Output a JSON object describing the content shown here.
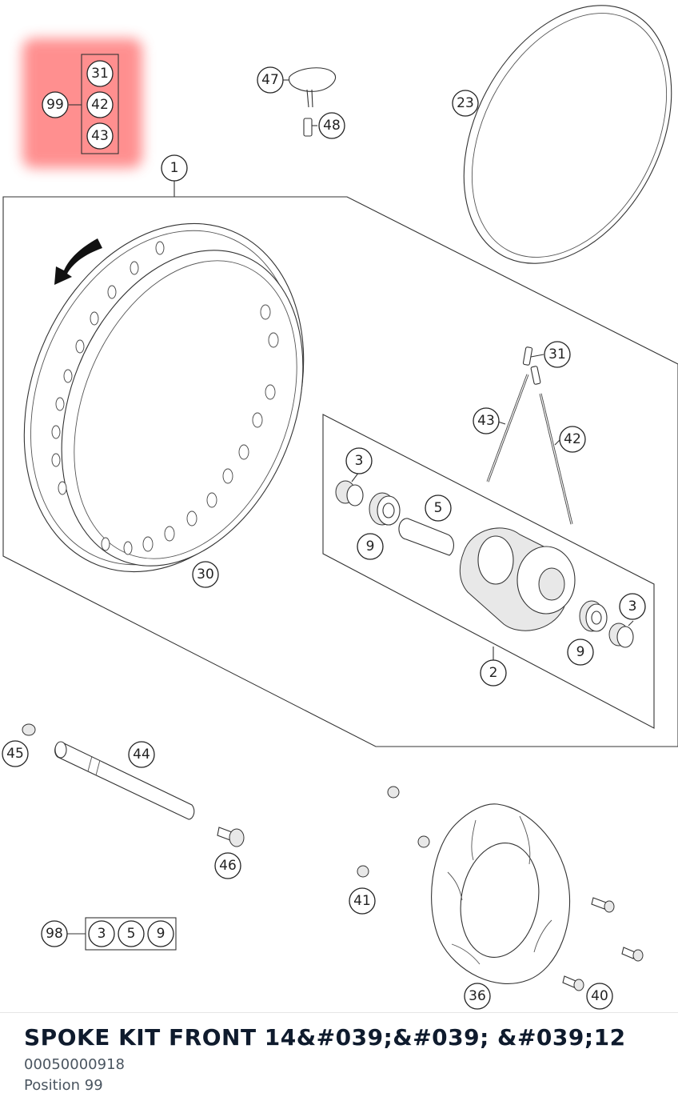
{
  "diagram": {
    "highlight_color": "#ff6b6b",
    "callouts": {
      "c99": "99",
      "c31a": "31",
      "c42a": "42",
      "c43a": "43",
      "c47": "47",
      "c48": "48",
      "c23": "23",
      "c1": "1",
      "c31b": "31",
      "c43b": "43",
      "c42b": "42",
      "c3a": "3",
      "c5": "5",
      "c9a": "9",
      "c30": "30",
      "c3b": "3",
      "c9b": "9",
      "c2": "2",
      "c45": "45",
      "c44": "44",
      "c46": "46",
      "c41": "41",
      "c98": "98",
      "c3c": "3",
      "c5b": "5",
      "c9c": "9",
      "c36": "36",
      "c40": "40"
    }
  },
  "footer": {
    "title": "SPOKE KIT FRONT 14&#039;&#039; &#039;12",
    "part_number": "00050000918",
    "position": "Position 99"
  }
}
